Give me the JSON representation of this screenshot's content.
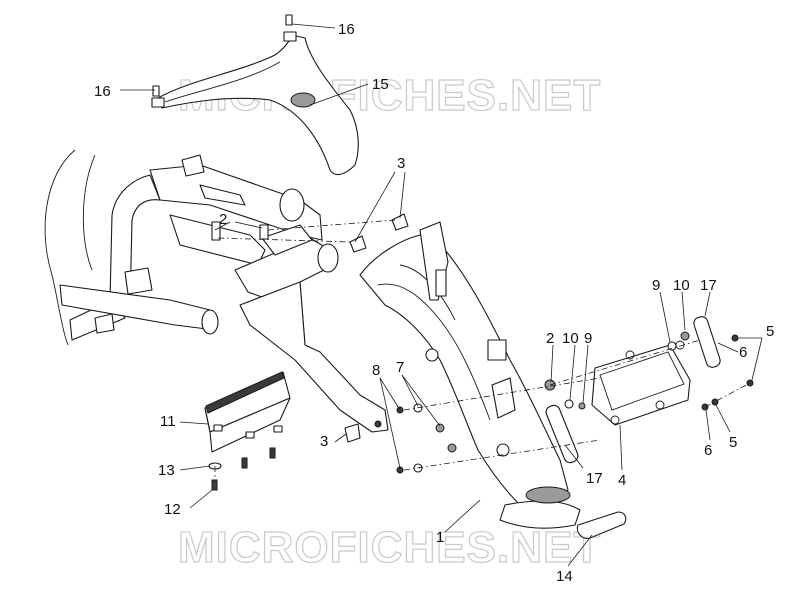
{
  "watermark": {
    "text": "MICROFICHES.NET"
  },
  "callouts": [
    {
      "id": "c16a",
      "label": "16"
    },
    {
      "id": "c16b",
      "label": "16"
    },
    {
      "id": "c15",
      "label": "15"
    },
    {
      "id": "c3a",
      "label": "3"
    },
    {
      "id": "c2a",
      "label": "2"
    },
    {
      "id": "c9a",
      "label": "9"
    },
    {
      "id": "c10a",
      "label": "10"
    },
    {
      "id": "c17a",
      "label": "17"
    },
    {
      "id": "c5a",
      "label": "5"
    },
    {
      "id": "c6a",
      "label": "6"
    },
    {
      "id": "c2b",
      "label": "2"
    },
    {
      "id": "c10b",
      "label": "10"
    },
    {
      "id": "c9b",
      "label": "9"
    },
    {
      "id": "c8",
      "label": "8"
    },
    {
      "id": "c7",
      "label": "7"
    },
    {
      "id": "c11",
      "label": "11"
    },
    {
      "id": "c3b",
      "label": "3"
    },
    {
      "id": "c13",
      "label": "13"
    },
    {
      "id": "c12",
      "label": "12"
    },
    {
      "id": "c6b",
      "label": "6"
    },
    {
      "id": "c5b",
      "label": "5"
    },
    {
      "id": "c17b",
      "label": "17"
    },
    {
      "id": "c4",
      "label": "4"
    },
    {
      "id": "c1",
      "label": "1"
    },
    {
      "id": "c14",
      "label": "14"
    }
  ]
}
